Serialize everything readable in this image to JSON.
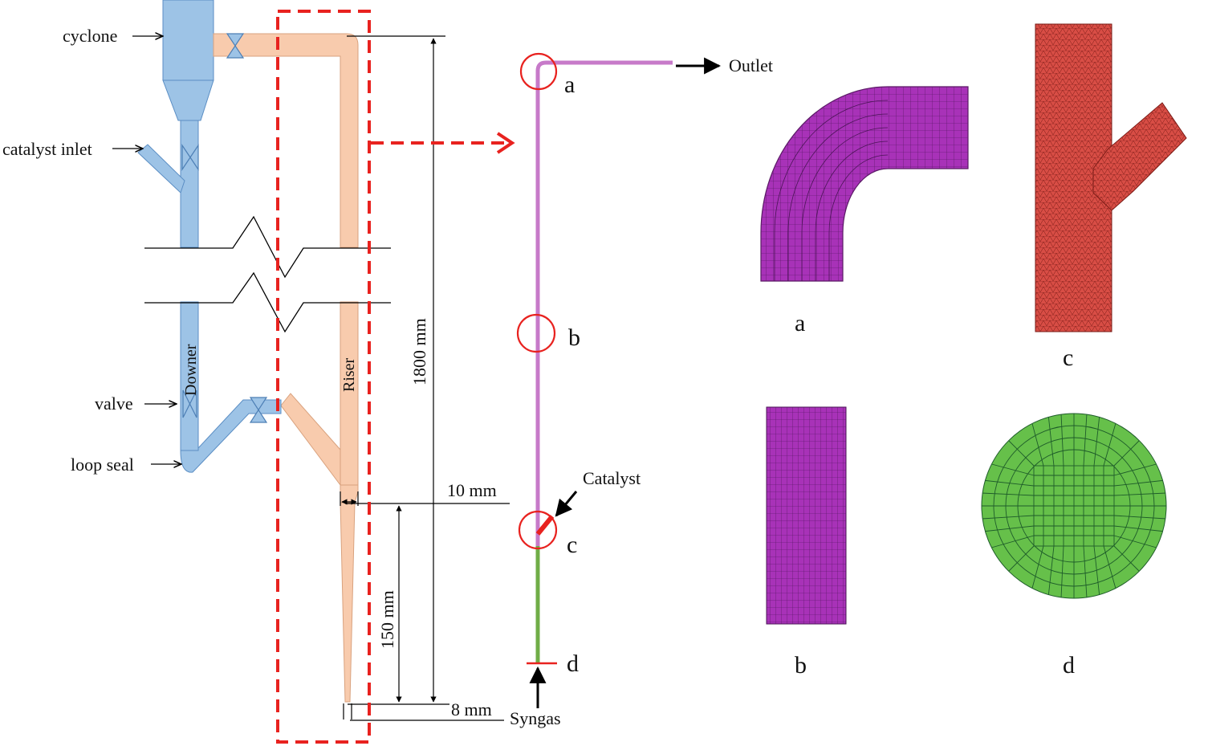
{
  "left_labels": {
    "cyclone": "cyclone",
    "catalyst_inlet": "catalyst inlet",
    "valve": "valve",
    "loop_seal": "loop seal",
    "downer": "Downer",
    "riser": "Riser"
  },
  "dimensions": {
    "total_height": "1800 mm",
    "lower_section": "150 mm",
    "diameter_top": "10 mm",
    "diameter_bottom": "8 mm"
  },
  "middle_labels": {
    "outlet": "Outlet",
    "catalyst": "Catalyst",
    "syngas": "Syngas",
    "a": "a",
    "b": "b",
    "c": "c",
    "d": "d"
  },
  "mesh_panel_labels": {
    "a": "a",
    "b": "b",
    "c": "c",
    "d": "d"
  },
  "colors": {
    "downer_blue": "#9dc3e6",
    "riser_orange": "#f8cbad",
    "highlight_red": "#e8221f",
    "pipe_violet": "#c77ac9",
    "inlet_green": "#70ad47",
    "mesh_magenta": "#a832b8",
    "mesh_red": "#d84d45",
    "mesh_green": "#66c04a"
  }
}
